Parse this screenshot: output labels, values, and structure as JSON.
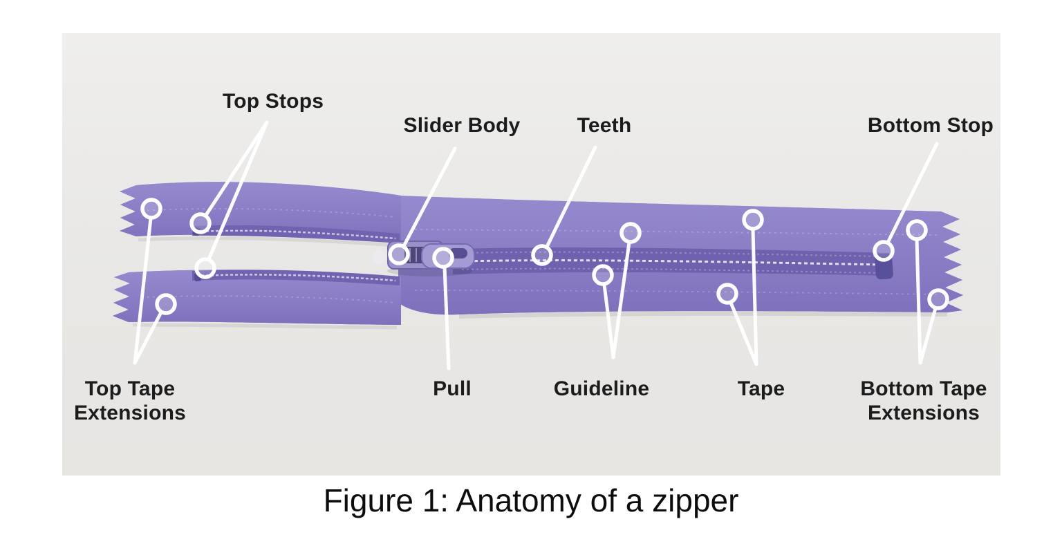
{
  "figure": {
    "caption": "Figure 1: Anatomy of a zipper",
    "labels": {
      "top_stops": "Top Stops",
      "slider_body": "Slider Body",
      "teeth": "Teeth",
      "bottom_stop": "Bottom Stop",
      "top_tape_extensions": "Top Tape Extensions",
      "pull": "Pull",
      "guideline": "Guideline",
      "tape": "Tape",
      "bottom_tape_extensions": "Bottom Tape Extensions"
    },
    "colors": {
      "page_background": "#ffffff",
      "photo_background": "#e9e8e6",
      "tape_purple": "#8c7ec6",
      "teeth_purple": "#7163b0",
      "slider_purple": "#9a91c9",
      "stop_dark_purple": "#59509b",
      "callout_white": "#ffffff",
      "label_text": "#1c1c1c"
    }
  }
}
